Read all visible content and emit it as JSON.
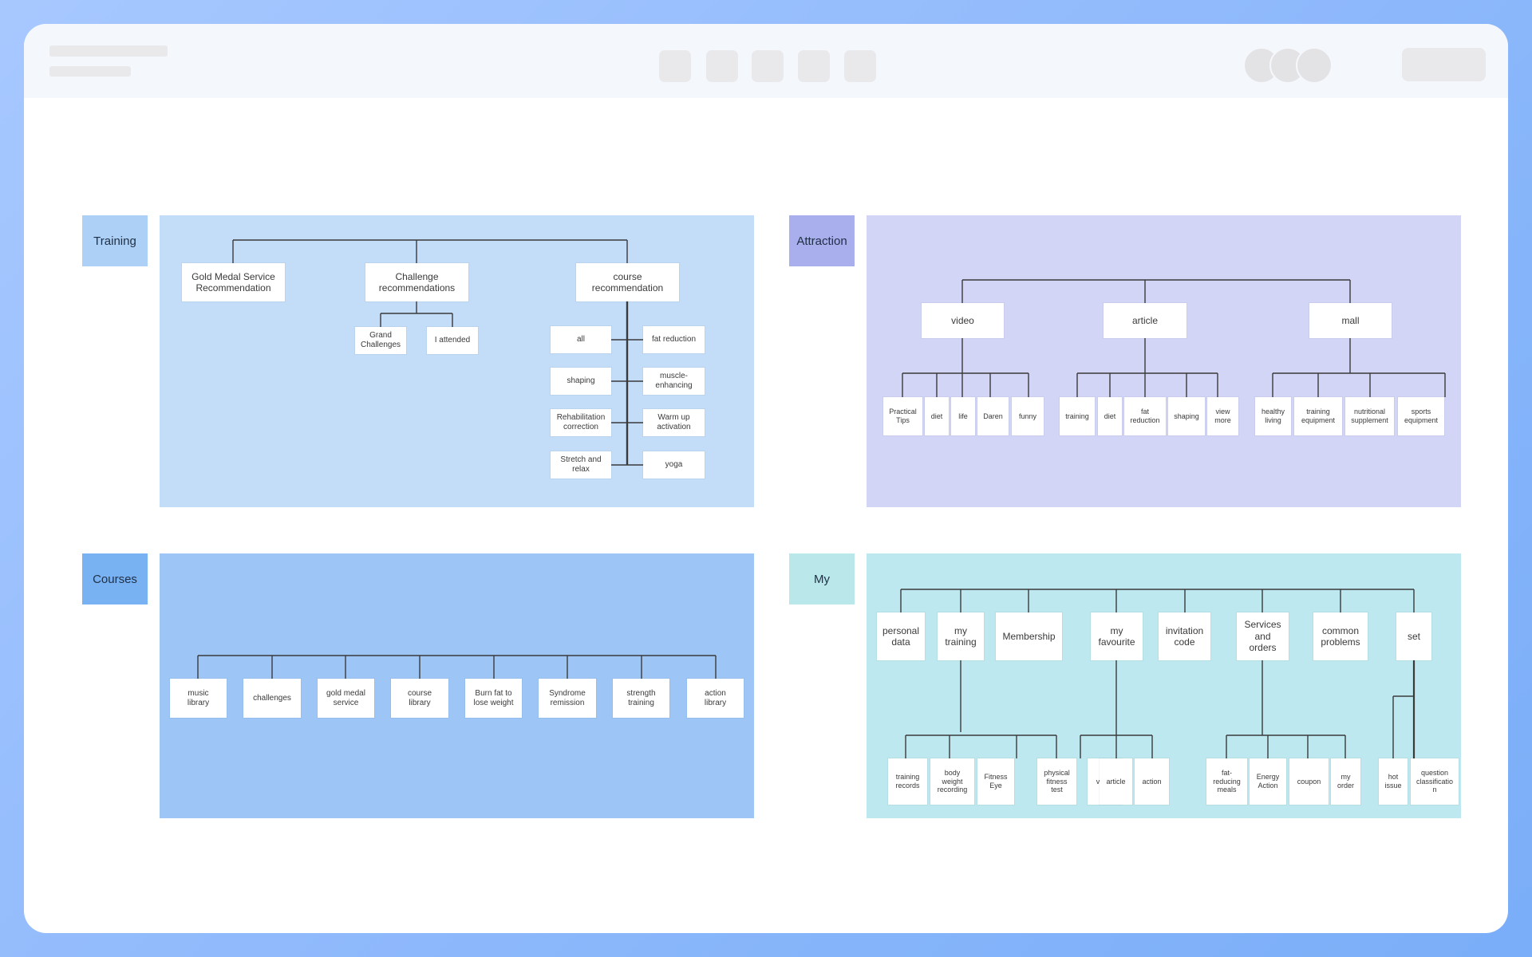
{
  "colors": {
    "training_tag": "#add0f7",
    "training_panel": "#c3ddf8",
    "attraction_tag": "#a9aeec",
    "attraction_panel": "#d3d5f7",
    "courses_tag": "#79b2f2",
    "courses_panel": "#9dc6f7",
    "my_tag": "#b9e7ea",
    "my_panel": "#bde8ef",
    "line": "#3a3a3a"
  },
  "training": {
    "label": "Training",
    "nodes": {
      "gold": "Gold Medal Service\nRecommendation",
      "challenge": "Challenge\nrecommendations",
      "course": "course\nrecommendation",
      "grand": "Grand\nChallenges",
      "attended": "I attended",
      "all": "all",
      "fat": "fat reduction",
      "shaping": "shaping",
      "muscle": "muscle-\nenhancing",
      "rehab": "Rehabilitation\ncorrection",
      "warmup": "Warm up\nactivation",
      "stretch": "Stretch and\nrelax",
      "yoga": "yoga"
    }
  },
  "attraction": {
    "label": "Attraction",
    "nodes": {
      "video": "video",
      "article": "article",
      "mall": "mall",
      "tips": "Practical\nTips",
      "diet1": "diet",
      "life": "life",
      "daren": "Daren",
      "funny": "funny",
      "training": "training",
      "diet2": "diet",
      "fat": "fat\nreduction",
      "shaping": "shaping",
      "more": "view\nmore",
      "healthy": "healthy\nliving",
      "equip": "training\nequipment",
      "nutri": "nutritional\nsupplement",
      "sports": "sports\nequipment"
    }
  },
  "courses": {
    "label": "Courses",
    "nodes": {
      "music": "music\nlibrary",
      "challenges": "challenges",
      "gold": "gold medal\nservice",
      "library": "course\nlibrary",
      "burn": "Burn fat to\nlose weight",
      "syndrome": "Syndrome\nremission",
      "strength": "strength\ntraining",
      "action": "action\nlibrary"
    }
  },
  "my": {
    "label": "My",
    "nodes": {
      "personal": "personal\ndata",
      "mytraining": "my\ntraining",
      "membership": "Membership",
      "favourite": "my\nfavourite",
      "invite": "invitation\ncode",
      "services": "Services\nand\norders",
      "problems": "common\nproblems",
      "set": "set",
      "records": "training\nrecords",
      "weight": "body\nweight\nrecording",
      "eye": "Fitness\nEye",
      "physical": "physical\nfitness\ntest",
      "fvideo": "video",
      "farticle": "article",
      "faction": "action",
      "meals": "fat-\nreducing\nmeals",
      "energy": "Energy\nAction",
      "coupon": "coupon",
      "order": "my\norder",
      "hot": "hot\nissue",
      "question": "question\nclassificatio\nn"
    }
  }
}
